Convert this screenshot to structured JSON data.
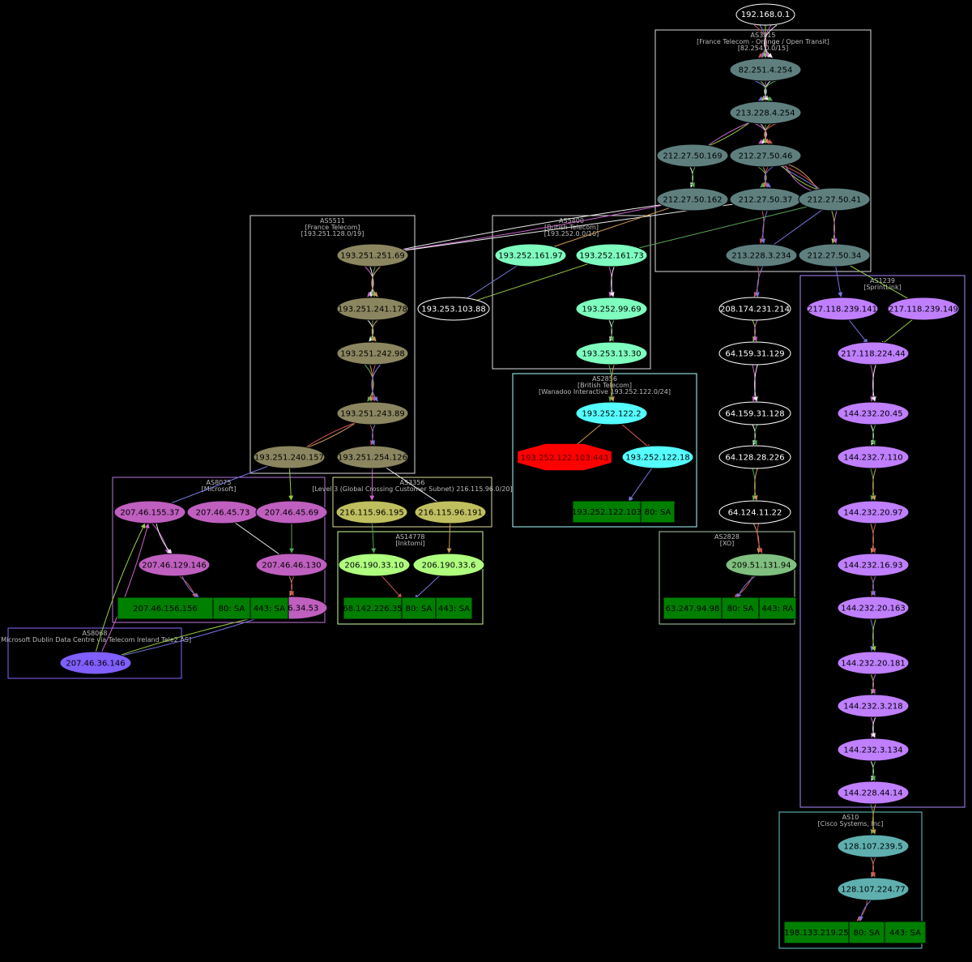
{
  "colors": {
    "background": "#000000",
    "as_3215": "#5f7f7f",
    "as_5511": "#8b8660",
    "as_5400": "#7fffbf",
    "as_2856": "#55ffff",
    "as_3356": "#fefefe",
    "as_1239": "#bf7fff",
    "as_8075": "#bf5fbf",
    "as_3356b": "#bfbf5f",
    "as_6939": "#afff7f",
    "as_11537": "#5fafaf",
    "as_8068": "#7f5fff",
    "as_2828": "#7fbf7f",
    "lost": "#ff0000",
    "target": "#007f00"
  },
  "source": {
    "label": "192.168.0.1"
  },
  "clusters": [
    {
      "id": "c3215",
      "lines": [
        "AS3215",
        "[France Telecom - Orange / Open Transit]",
        "[82.254.0.0/15]"
      ]
    },
    {
      "id": "c5511",
      "lines": [
        "AS5511",
        "[France Telecom]",
        "[193.251.128.0/19]"
      ]
    },
    {
      "id": "c5400",
      "lines": [
        "AS5400",
        "[British Telecom]",
        "[193.252.0.0/16]"
      ]
    },
    {
      "id": "c2856",
      "lines": [
        "AS2856",
        "[British Telecom]",
        "[Wanadoo Interactive 193.252.122.0/24]"
      ]
    },
    {
      "id": "c1239",
      "lines": [
        "AS1239",
        "[SprintLink]"
      ]
    },
    {
      "id": "c8075",
      "lines": [
        "AS8075",
        "[Microsoft]"
      ]
    },
    {
      "id": "c3356b",
      "lines": [
        "AS3356",
        "[Level 3 (Global Crossing Customer Subnet) 216.115.96.0/20]"
      ]
    },
    {
      "id": "c6939",
      "lines": [
        "AS14778",
        "[Inktomi]"
      ]
    },
    {
      "id": "c2828",
      "lines": [
        "AS2828",
        "[XO]"
      ]
    },
    {
      "id": "c11537",
      "lines": [
        "AS10",
        "[Cisco Systems, Inc]"
      ]
    },
    {
      "id": "c8068",
      "lines": [
        "AS8068",
        "[Microsoft Dublin Data Centre via Telecom Ireland Tele2 AS]"
      ]
    }
  ],
  "nodes": [
    {
      "id": "n82",
      "label": "82.251.4.254"
    },
    {
      "id": "n213a",
      "label": "213.228.4.254"
    },
    {
      "id": "n169",
      "label": "212.27.50.169"
    },
    {
      "id": "n46",
      "label": "212.27.50.46"
    },
    {
      "id": "n162",
      "label": "212.27.50.162"
    },
    {
      "id": "n37",
      "label": "212.27.50.37"
    },
    {
      "id": "n41",
      "label": "212.27.50.41"
    },
    {
      "id": "n234",
      "label": "213.228.3.234"
    },
    {
      "id": "n34",
      "label": "212.27.50.34"
    },
    {
      "id": "f169",
      "label": "193.251.251.69"
    },
    {
      "id": "f178",
      "label": "193.251.241.178"
    },
    {
      "id": "f98",
      "label": "193.251.242.98"
    },
    {
      "id": "f89",
      "label": "193.251.243.89"
    },
    {
      "id": "f157",
      "label": "193.251.240.157"
    },
    {
      "id": "f126",
      "label": "193.251.254.126"
    },
    {
      "id": "b97",
      "label": "193.252.161.97"
    },
    {
      "id": "b73",
      "label": "193.252.161.73"
    },
    {
      "id": "b69",
      "label": "193.252.99.69"
    },
    {
      "id": "b30",
      "label": "193.253.13.30"
    },
    {
      "id": "x88",
      "label": "193.253.103.88"
    },
    {
      "id": "w2",
      "label": "193.252.122.2"
    },
    {
      "id": "w443",
      "label": "193.252.122.103:443"
    },
    {
      "id": "w18",
      "label": "193.252.122.18"
    },
    {
      "id": "l314",
      "label": "208.174.231.214"
    },
    {
      "id": "l129",
      "label": "64.159.31.129"
    },
    {
      "id": "l128",
      "label": "64.159.31.128"
    },
    {
      "id": "l226",
      "label": "64.128.28.226"
    },
    {
      "id": "l22",
      "label": "64.124.11.22"
    },
    {
      "id": "s141",
      "label": "217.118.239.141"
    },
    {
      "id": "s149",
      "label": "217.118.239.149"
    },
    {
      "id": "s44",
      "label": "217.118.224.44"
    },
    {
      "id": "s45",
      "label": "144.232.20.45"
    },
    {
      "id": "s110",
      "label": "144.232.7.110"
    },
    {
      "id": "s97",
      "label": "144.232.20.97"
    },
    {
      "id": "s93",
      "label": "144.232.16.93"
    },
    {
      "id": "s163",
      "label": "144.232.20.163"
    },
    {
      "id": "s181",
      "label": "144.232.20.181"
    },
    {
      "id": "s218",
      "label": "144.232.3.218"
    },
    {
      "id": "s134",
      "label": "144.232.3.134"
    },
    {
      "id": "s14",
      "label": "144.228.44.14"
    },
    {
      "id": "m37",
      "label": "207.46.155.37"
    },
    {
      "id": "m73",
      "label": "207.46.45.73"
    },
    {
      "id": "m69",
      "label": "207.46.45.69"
    },
    {
      "id": "m146",
      "label": "207.46.129.146"
    },
    {
      "id": "m130",
      "label": "207.46.46.130"
    },
    {
      "id": "m53",
      "label": "207.46.34.53"
    },
    {
      "id": "m36",
      "label": "207.46.36.146"
    },
    {
      "id": "g195",
      "label": "216.115.96.195"
    },
    {
      "id": "g191",
      "label": "216.115.96.191"
    },
    {
      "id": "k10",
      "label": "206.190.33.10"
    },
    {
      "id": "k6",
      "label": "206.190.33.6"
    },
    {
      "id": "x94",
      "label": "209.51.131.94"
    },
    {
      "id": "c5",
      "label": "128.107.239.5"
    },
    {
      "id": "c77",
      "label": "128.107.224.77"
    }
  ],
  "targets": [
    {
      "id": "t_ms",
      "cells": [
        "207.46.156.156",
        "80: SA",
        "443: SA"
      ]
    },
    {
      "id": "t_ya",
      "cells": [
        "68.142.226.35",
        "80: SA",
        "443: SA"
      ]
    },
    {
      "id": "t_xo",
      "cells": [
        "63.247.94.98",
        "80: SA",
        "443: RA"
      ]
    },
    {
      "id": "t_cs",
      "cells": [
        "198.133.219.25",
        "80: SA",
        "443: SA"
      ]
    },
    {
      "id": "t_wa",
      "cells": [
        "193.252.122.103",
        "80: SA"
      ]
    }
  ]
}
